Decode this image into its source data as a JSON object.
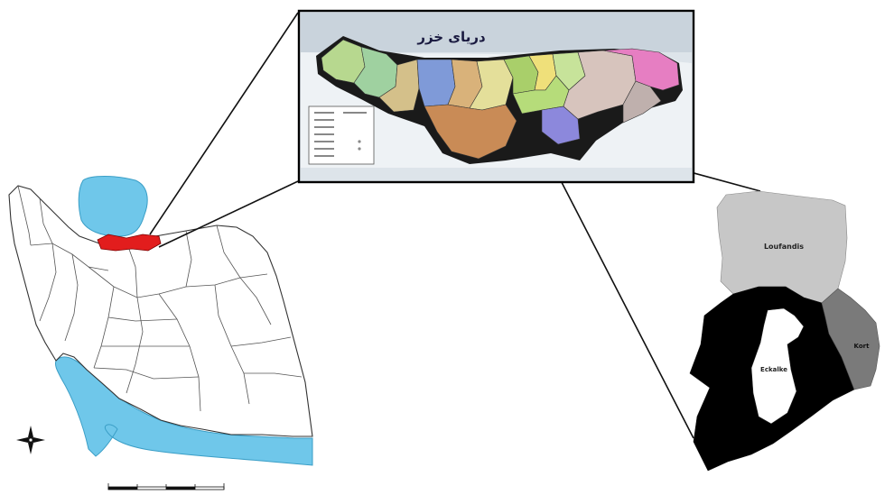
{
  "inset_map": {
    "title": "دریای خزر",
    "sea_color": "#dde4ea",
    "frame_color": "#000000"
  },
  "district_map": {
    "labels": {
      "north": "Loufandis",
      "center": "Eckalke",
      "east": "Kort"
    },
    "colors": {
      "north": "#c7c7c7",
      "center_ring": "#000000",
      "center": "#ffffff",
      "east": "#7a7a7a"
    }
  },
  "iran_map": {
    "water_color": "#6fc7ea",
    "highlight_color": "#e21d1d",
    "border_color": "#333333"
  },
  "icons": {
    "compass": "compass-rose-icon",
    "scale": "scale-bar"
  }
}
